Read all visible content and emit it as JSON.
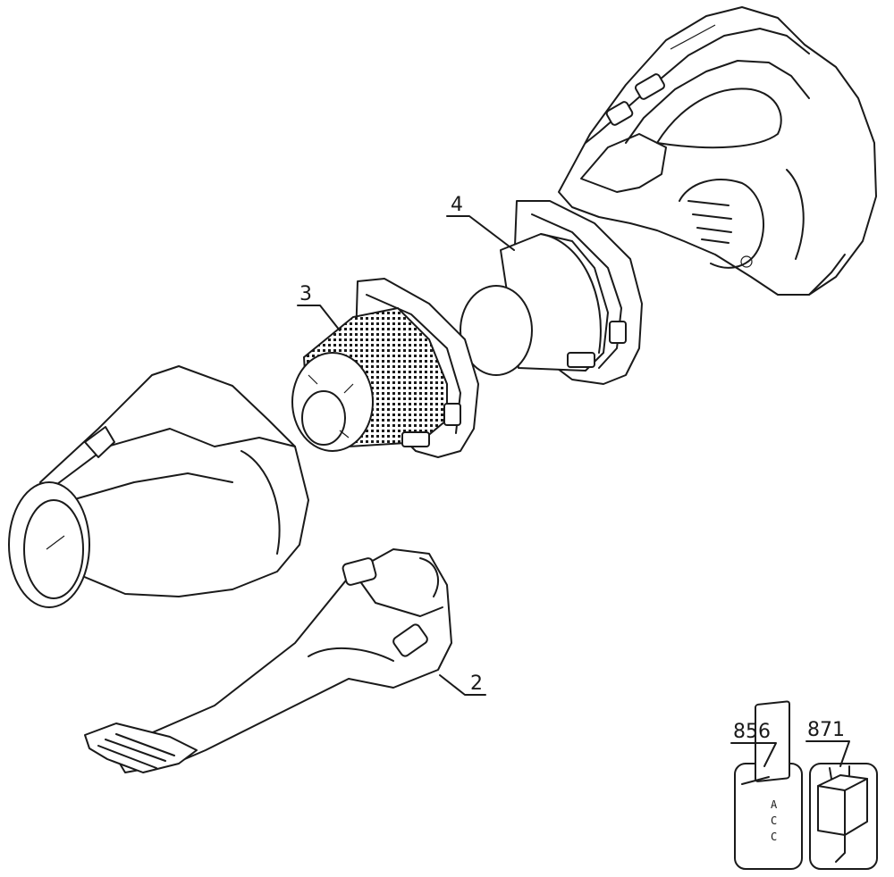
{
  "callouts": {
    "part_2": "2",
    "part_3": "3",
    "part_4": "4",
    "part_856": "856",
    "part_871": "871"
  },
  "accessory_tag": [
    "A",
    "C",
    "C"
  ],
  "colors": {
    "line": "#1a1a1a",
    "background": "#ffffff"
  }
}
